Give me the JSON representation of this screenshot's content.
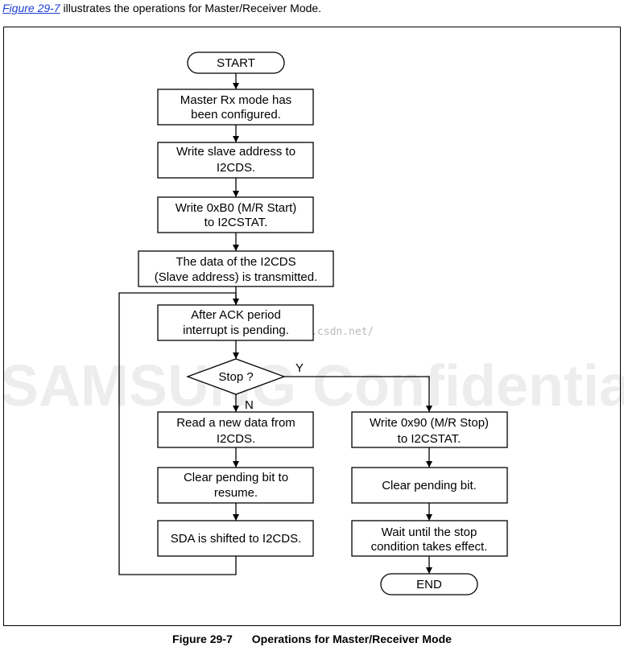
{
  "intro": {
    "link": "Figure 29-7",
    "text": " illustrates the operations for Master/Receiver Mode."
  },
  "watermark": "SAMSUNG Confidential",
  "url_watermark": "http://blog.csdn.net/",
  "flow": {
    "start": "START",
    "configured": [
      "Master Rx mode has",
      "been configured."
    ],
    "write_address": [
      "Write slave address to",
      "I2CDS."
    ],
    "write_start": [
      "Write 0xB0 (M/R Start)",
      "to I2CSTAT."
    ],
    "transmitted": [
      "The data of the I2CDS",
      "(Slave address) is transmitted."
    ],
    "ack": [
      "After ACK period",
      "interrupt is pending."
    ],
    "decision": "Stop ?",
    "yes": "Y",
    "no": "N",
    "read_data": [
      "Read a new data from",
      "I2CDS."
    ],
    "clear_resume": [
      "Clear pending bit to",
      "resume."
    ],
    "sda_shift": [
      "SDA is shifted to I2CDS."
    ],
    "write_stop": [
      "Write 0x90 (M/R Stop)",
      "to I2CSTAT."
    ],
    "clear_pending": [
      "Clear pending bit."
    ],
    "wait_stop": [
      "Wait until the stop",
      "condition takes effect."
    ],
    "end": "END"
  },
  "caption": {
    "number": "Figure 29-7",
    "title": "Operations for Master/Receiver Mode"
  }
}
